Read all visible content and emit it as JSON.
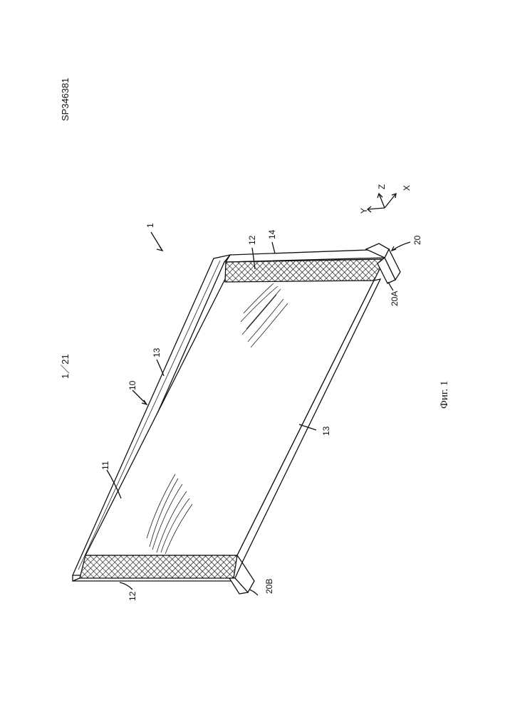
{
  "header": {
    "doc_number": "SP346381",
    "sheet_number": "1／21"
  },
  "figure": {
    "caption": "Фиг. 1",
    "labels": {
      "device": "1",
      "panel": "10",
      "glass": "11",
      "seal_top": "12",
      "seal_bottom": "12",
      "edge_top": "13",
      "edge_bottom": "13",
      "rail": "14",
      "bracket": "20",
      "bracket_a": "20A",
      "bracket_b": "20B"
    },
    "axes": {
      "x": "X",
      "y": "Y",
      "z": "Z"
    }
  },
  "colors": {
    "ink": "#111111",
    "paper": "#ffffff"
  }
}
